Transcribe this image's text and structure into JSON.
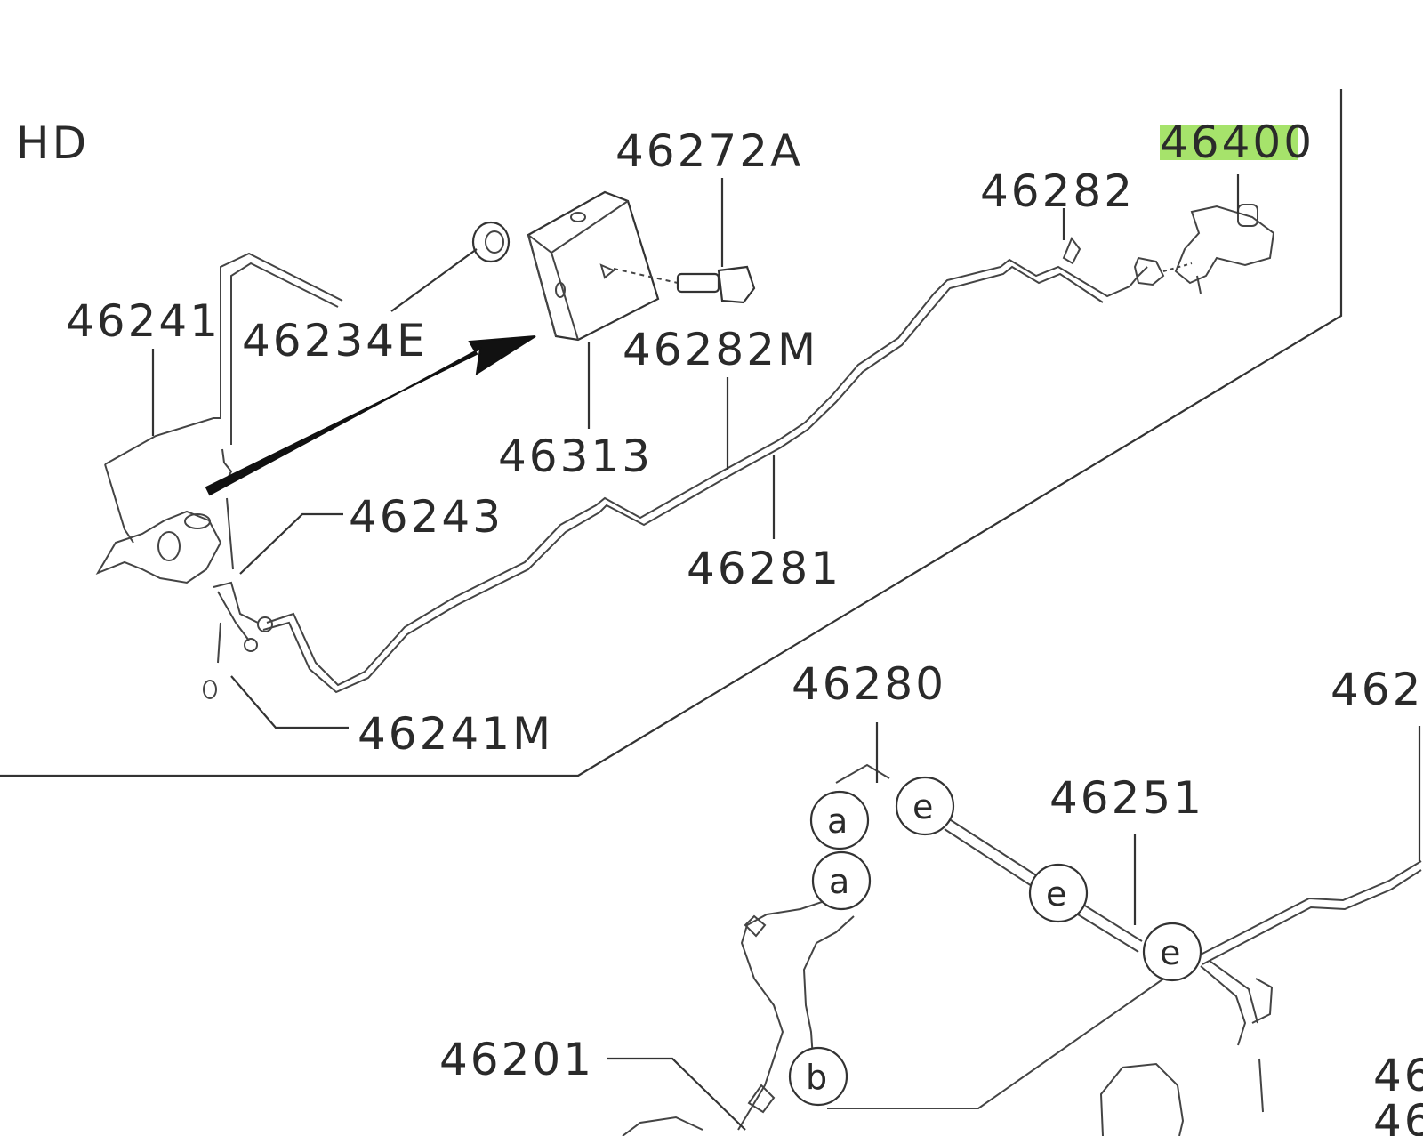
{
  "diagram": {
    "section_label": "HD",
    "highlight_color": "#a6e36b",
    "line_color": "#333333",
    "part_numbers": {
      "p46272A": "46272A",
      "p46400": "46400",
      "p46282": "46282",
      "p46241": "46241",
      "p46234E": "46234E",
      "p46282M": "46282M",
      "p46313": "46313",
      "p46243": "46243",
      "p46281": "46281",
      "p46241M": "46241M",
      "p46280": "46280",
      "p46251": "46251",
      "p46201": "46201",
      "p462_cut": "462",
      "p4_cut_a": "46",
      "p4_cut_b": "46"
    },
    "connector_marks": {
      "a1": "a",
      "a2": "a",
      "e1": "e",
      "e2": "e",
      "e3": "e",
      "b1": "b"
    },
    "highlighted_part": "46400",
    "arrow_icon": "direction-arrow-icon"
  }
}
